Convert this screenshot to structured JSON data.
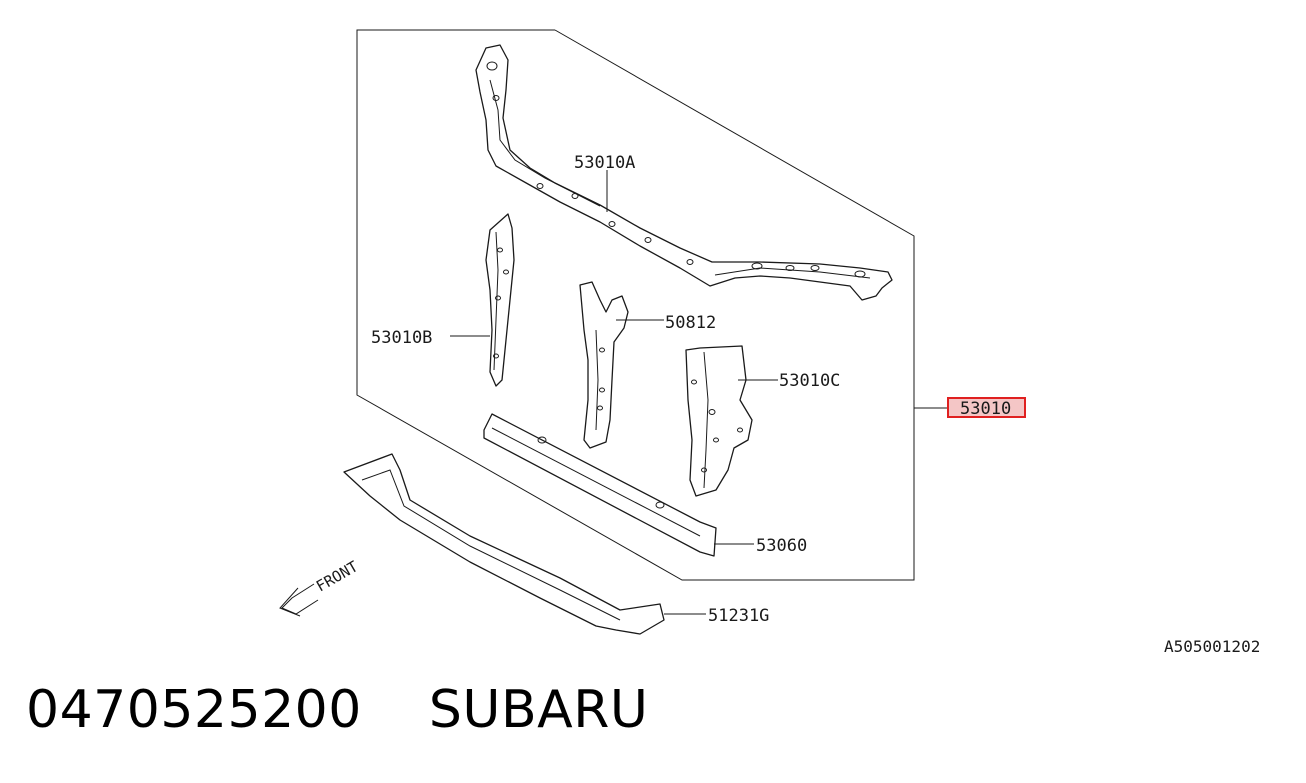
{
  "diagram": {
    "callouts": [
      {
        "id": "53010A",
        "label": "53010A"
      },
      {
        "id": "53010B",
        "label": "53010B"
      },
      {
        "id": "50812",
        "label": "50812"
      },
      {
        "id": "53010C",
        "label": "53010C"
      },
      {
        "id": "53010",
        "label": "53010",
        "highlighted": true
      },
      {
        "id": "53060",
        "label": "53060"
      },
      {
        "id": "51231G",
        "label": "51231G"
      }
    ],
    "direction_label": "FRONT",
    "image_code": "A505001202",
    "highlight_color": "#e02020"
  },
  "footer": {
    "part_number": "0470525200",
    "brand": "SUBARU"
  }
}
